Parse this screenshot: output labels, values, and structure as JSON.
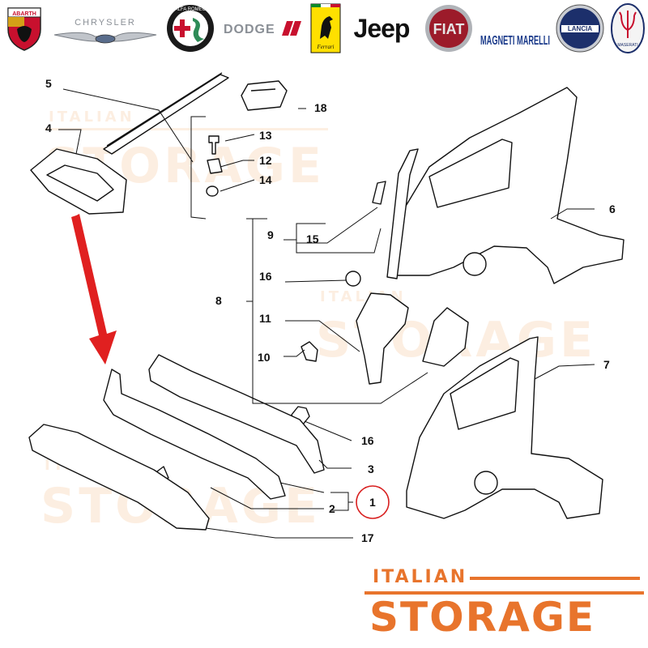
{
  "brands": [
    {
      "name": "abarth",
      "label": "ABARTH"
    },
    {
      "name": "chrysler",
      "label": "CHRYSLER"
    },
    {
      "name": "alfa-romeo",
      "label": "ALFA ROMEO"
    },
    {
      "name": "dodge",
      "label": "DODGE"
    },
    {
      "name": "ferrari",
      "label": "Ferrari"
    },
    {
      "name": "jeep",
      "label": "Jeep"
    },
    {
      "name": "fiat",
      "label": "FIAT"
    },
    {
      "name": "magneti-marelli",
      "label": "MAGNETI MARELLI"
    },
    {
      "name": "lancia",
      "label": "LANCIA"
    },
    {
      "name": "maserati",
      "label": "MASERATI"
    }
  ],
  "callouts": {
    "c1": "1",
    "c2": "2",
    "c3": "3",
    "c4": "4",
    "c5": "5",
    "c6": "6",
    "c7": "7",
    "c8": "8",
    "c9": "9",
    "c10": "10",
    "c11": "11",
    "c12": "12",
    "c13": "13",
    "c14": "14",
    "c15": "15",
    "c16a": "16",
    "c16b": "16",
    "c17": "17",
    "c18": "18"
  },
  "watermark": {
    "line1": "ITALIAN",
    "line2": "STORAGE"
  },
  "footer": {
    "line1": "ITALIAN",
    "line2": "STORAGE"
  },
  "colors": {
    "accent": "#e8742c",
    "arrow": "#e02020",
    "highlight_circle": "#d81f1f"
  }
}
